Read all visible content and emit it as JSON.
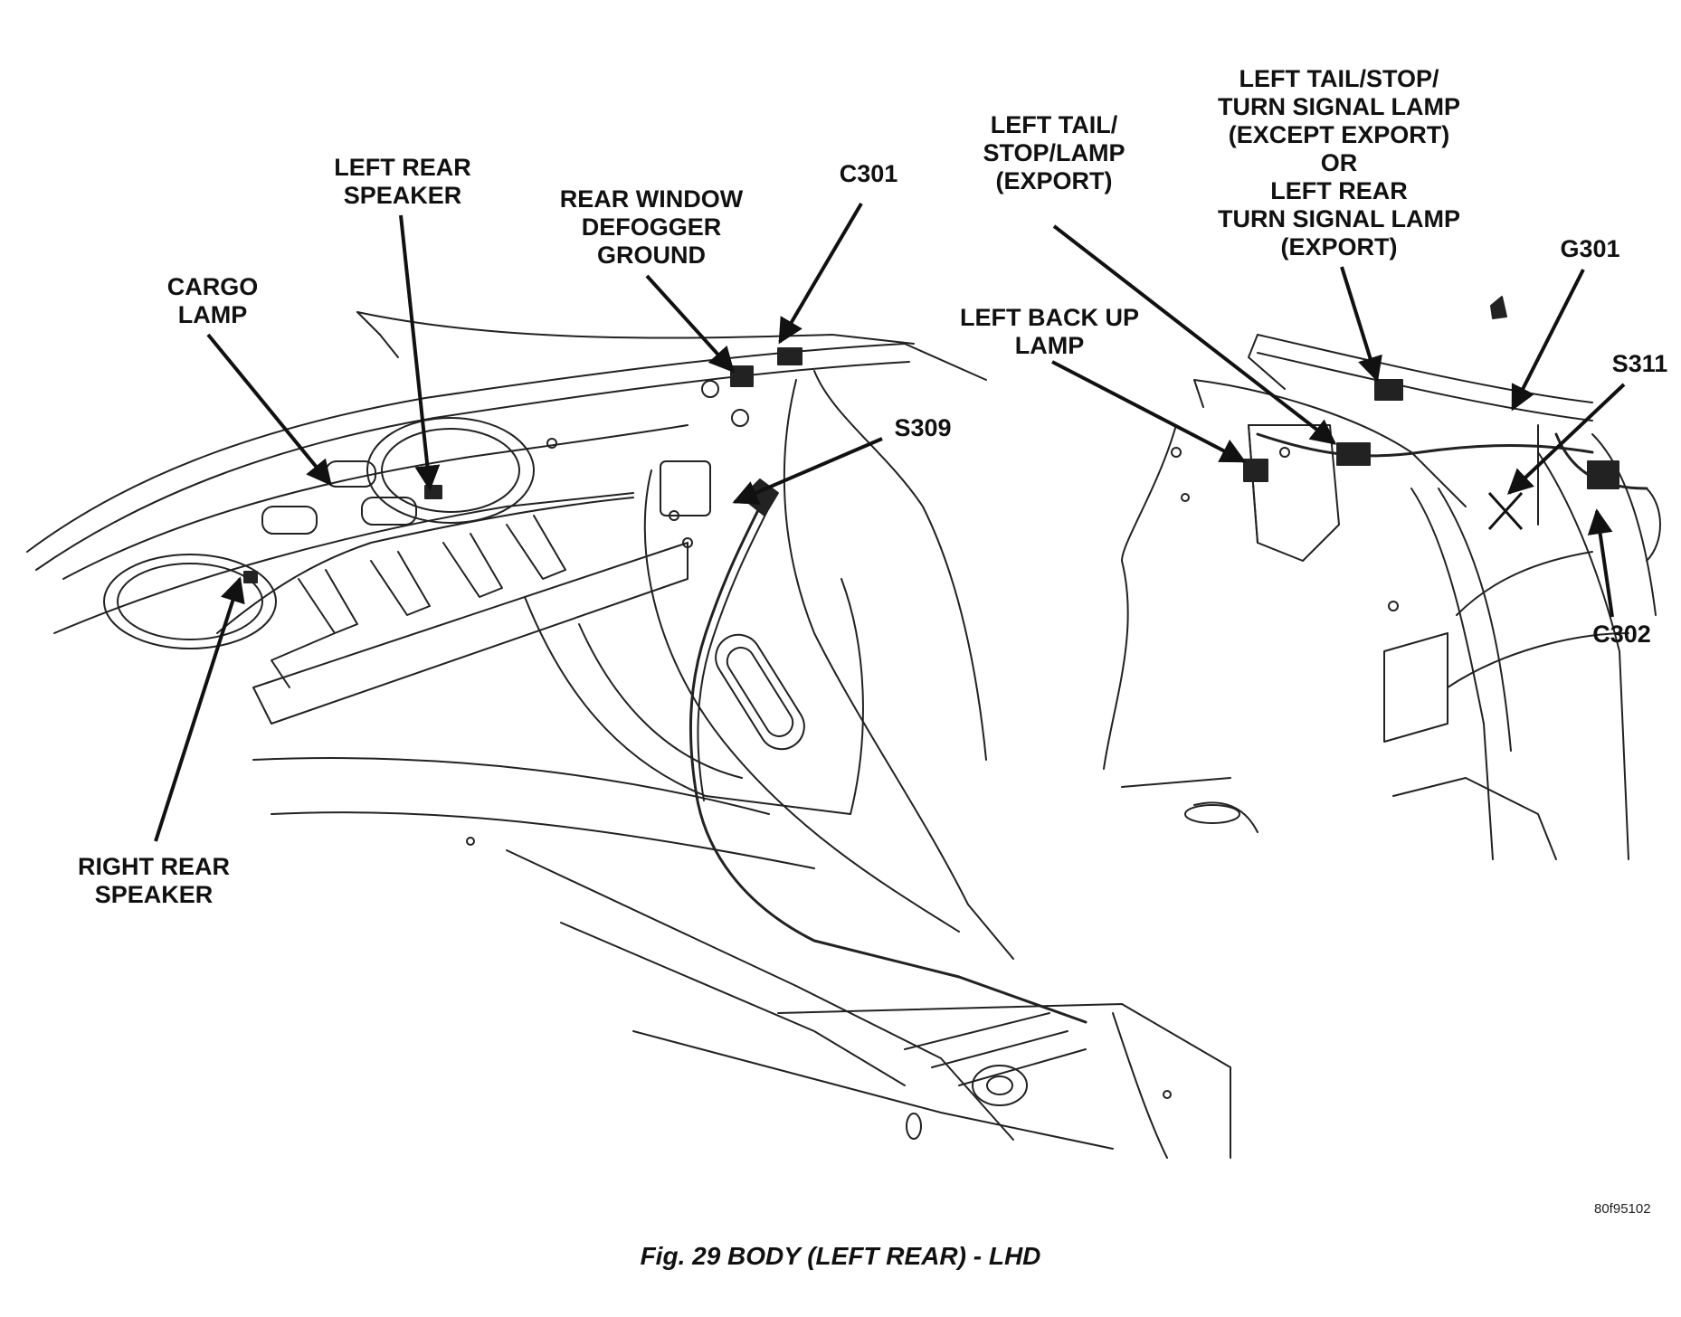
{
  "labels": {
    "cargo_lamp": [
      "CARGO",
      "LAMP"
    ],
    "left_rear_speaker": [
      "LEFT REAR",
      "SPEAKER"
    ],
    "rear_window_defogger_ground": [
      "REAR WINDOW",
      "DEFOGGER",
      "GROUND"
    ],
    "c301": [
      "C301"
    ],
    "s309": [
      "S309"
    ],
    "right_rear_speaker": [
      "RIGHT REAR",
      "SPEAKER"
    ],
    "left_tail_stop_lamp_export": [
      "LEFT TAIL/",
      "STOP/LAMP",
      "(EXPORT)"
    ],
    "left_tail_stop_turn_signal_lamp": [
      "LEFT TAIL/STOP/",
      "TURN SIGNAL LAMP",
      "(EXCEPT EXPORT)",
      "OR",
      "LEFT REAR",
      "TURN SIGNAL LAMP",
      "(EXPORT)"
    ],
    "left_back_up_lamp": [
      "LEFT BACK UP",
      "LAMP"
    ],
    "g301": [
      "G301"
    ],
    "s311": [
      "S311"
    ],
    "c302": [
      "C302"
    ]
  },
  "doc_id": "80f95102",
  "caption": "Fig. 29 BODY (LEFT REAR) - LHD"
}
